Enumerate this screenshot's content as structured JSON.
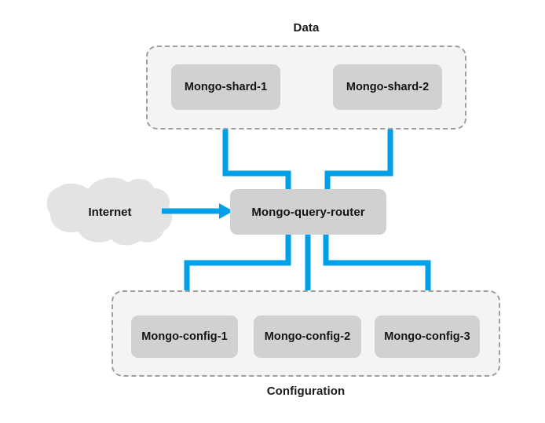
{
  "diagram": {
    "title_data": "Data",
    "title_configuration": "Configuration",
    "background_color": "#ffffff",
    "accent_color": "#00a0e9",
    "node_fill": "#d1d1d1",
    "group_fill": "#f4f4f4",
    "group_border": "#9e9e9e",
    "cloud_fill": "#e3e3e3",
    "text_color": "#141414"
  },
  "groups": [
    {
      "name": "data-group",
      "label": "Data",
      "caption_position": "top"
    },
    {
      "name": "configuration-group",
      "label": "Configuration",
      "caption_position": "bottom"
    }
  ],
  "nodes": {
    "shards": [
      {
        "label": "Mongo-shard-1"
      },
      {
        "label": "Mongo-shard-2"
      }
    ],
    "router": {
      "label": "Mongo-query-router"
    },
    "configs": [
      {
        "label": "Mongo-config-1"
      },
      {
        "label": "Mongo-config-2"
      },
      {
        "label": "Mongo-config-3"
      }
    ],
    "cloud": {
      "label": "Internet"
    }
  },
  "connections": [
    {
      "from": "Internet",
      "to": "Mongo-query-router",
      "style": "arrow",
      "color": "#00a0e9"
    },
    {
      "from": "Mongo-shard-1",
      "to": "Mongo-query-router",
      "style": "elbow",
      "color": "#00a0e9"
    },
    {
      "from": "Mongo-shard-2",
      "to": "Mongo-query-router",
      "style": "elbow",
      "color": "#00a0e9"
    },
    {
      "from": "Mongo-query-router",
      "to": "Mongo-config-1",
      "style": "elbow",
      "color": "#00a0e9"
    },
    {
      "from": "Mongo-query-router",
      "to": "Mongo-config-2",
      "style": "straight",
      "color": "#00a0e9"
    },
    {
      "from": "Mongo-query-router",
      "to": "Mongo-config-3",
      "style": "elbow",
      "color": "#00a0e9"
    }
  ]
}
